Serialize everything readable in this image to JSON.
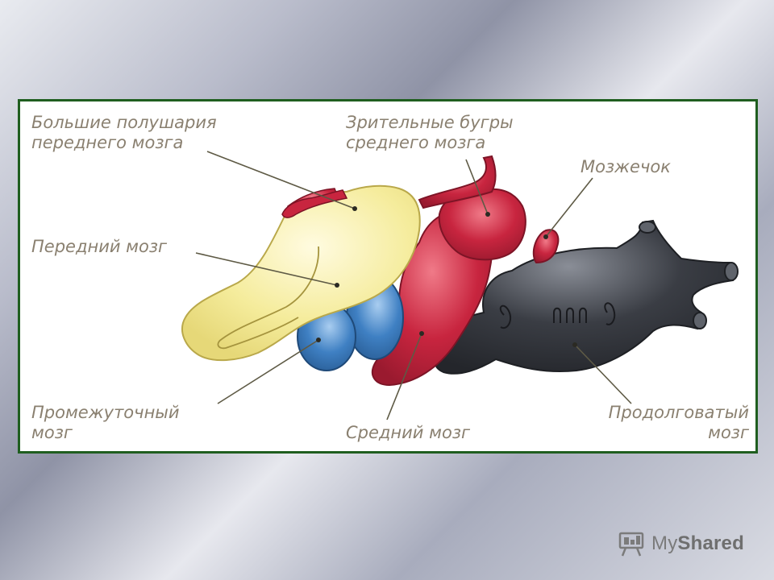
{
  "diagram": {
    "labels": {
      "cerebral_hemispheres": [
        "Большие полушария",
        "переднего мозга"
      ],
      "optic_lobes": [
        "Зрительные бугры",
        "среднего мозга"
      ],
      "cerebellum": [
        "Мозжечок"
      ],
      "forebrain": [
        "Передний мозг"
      ],
      "diencephalon": [
        "Промежуточный",
        "мозг"
      ],
      "midbrain": [
        "Средний мозг"
      ],
      "medulla": [
        "Продолговатый",
        "мозг"
      ]
    },
    "colors": {
      "forebrain": "#f5ec9c",
      "diencephalon": "#3f80c3",
      "midbrain": "#c8253f",
      "medulla": "#3a3d44",
      "label_text": "#8a8070",
      "leader_line": "#5e5a45",
      "panel_border": "#1f5e1f"
    }
  },
  "branding": {
    "logo_icon": "presentation-board-icon",
    "logo_prefix": "My",
    "logo_suffix": "Shared"
  }
}
